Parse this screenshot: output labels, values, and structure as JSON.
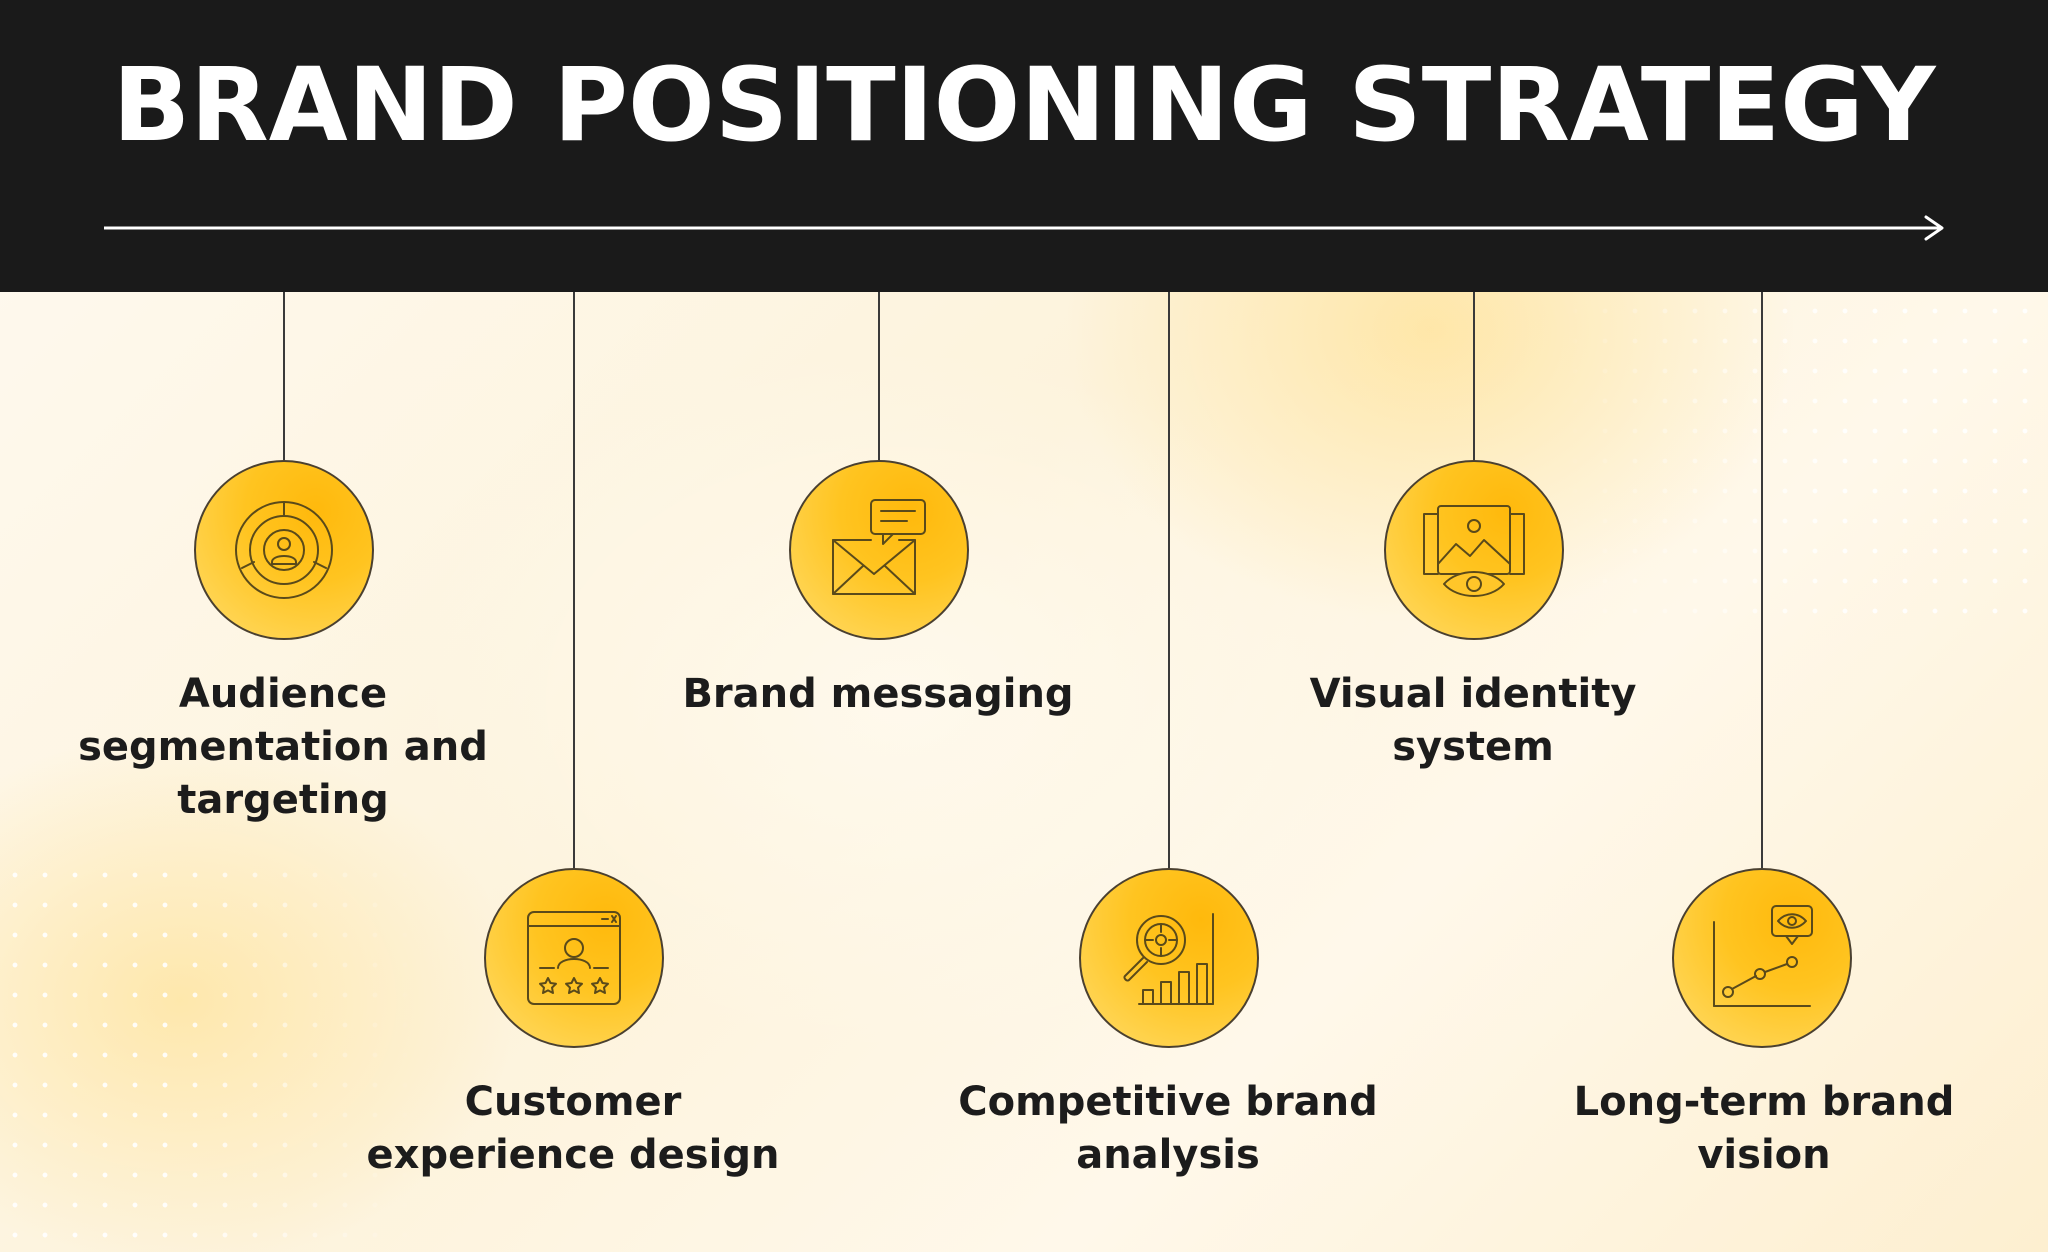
{
  "title": "BRAND POSITIONING STRATEGY",
  "colors": {
    "header_bg": "#1a1a1a",
    "accent": "#ffc420",
    "text": "#1c1c1c",
    "background": "#fdf3dc"
  },
  "steps": [
    {
      "label": "Audience segmentation and targeting",
      "icon": "audience-target-icon"
    },
    {
      "label": "Customer experience design",
      "icon": "customer-profile-rating-icon"
    },
    {
      "label": "Brand messaging",
      "icon": "envelope-chat-icon"
    },
    {
      "label": "Competitive brand analysis",
      "icon": "magnifier-chart-icon"
    },
    {
      "label": "Visual identity system",
      "icon": "image-eye-icon"
    },
    {
      "label": "Long-term brand vision",
      "icon": "growth-chart-eye-icon"
    }
  ]
}
